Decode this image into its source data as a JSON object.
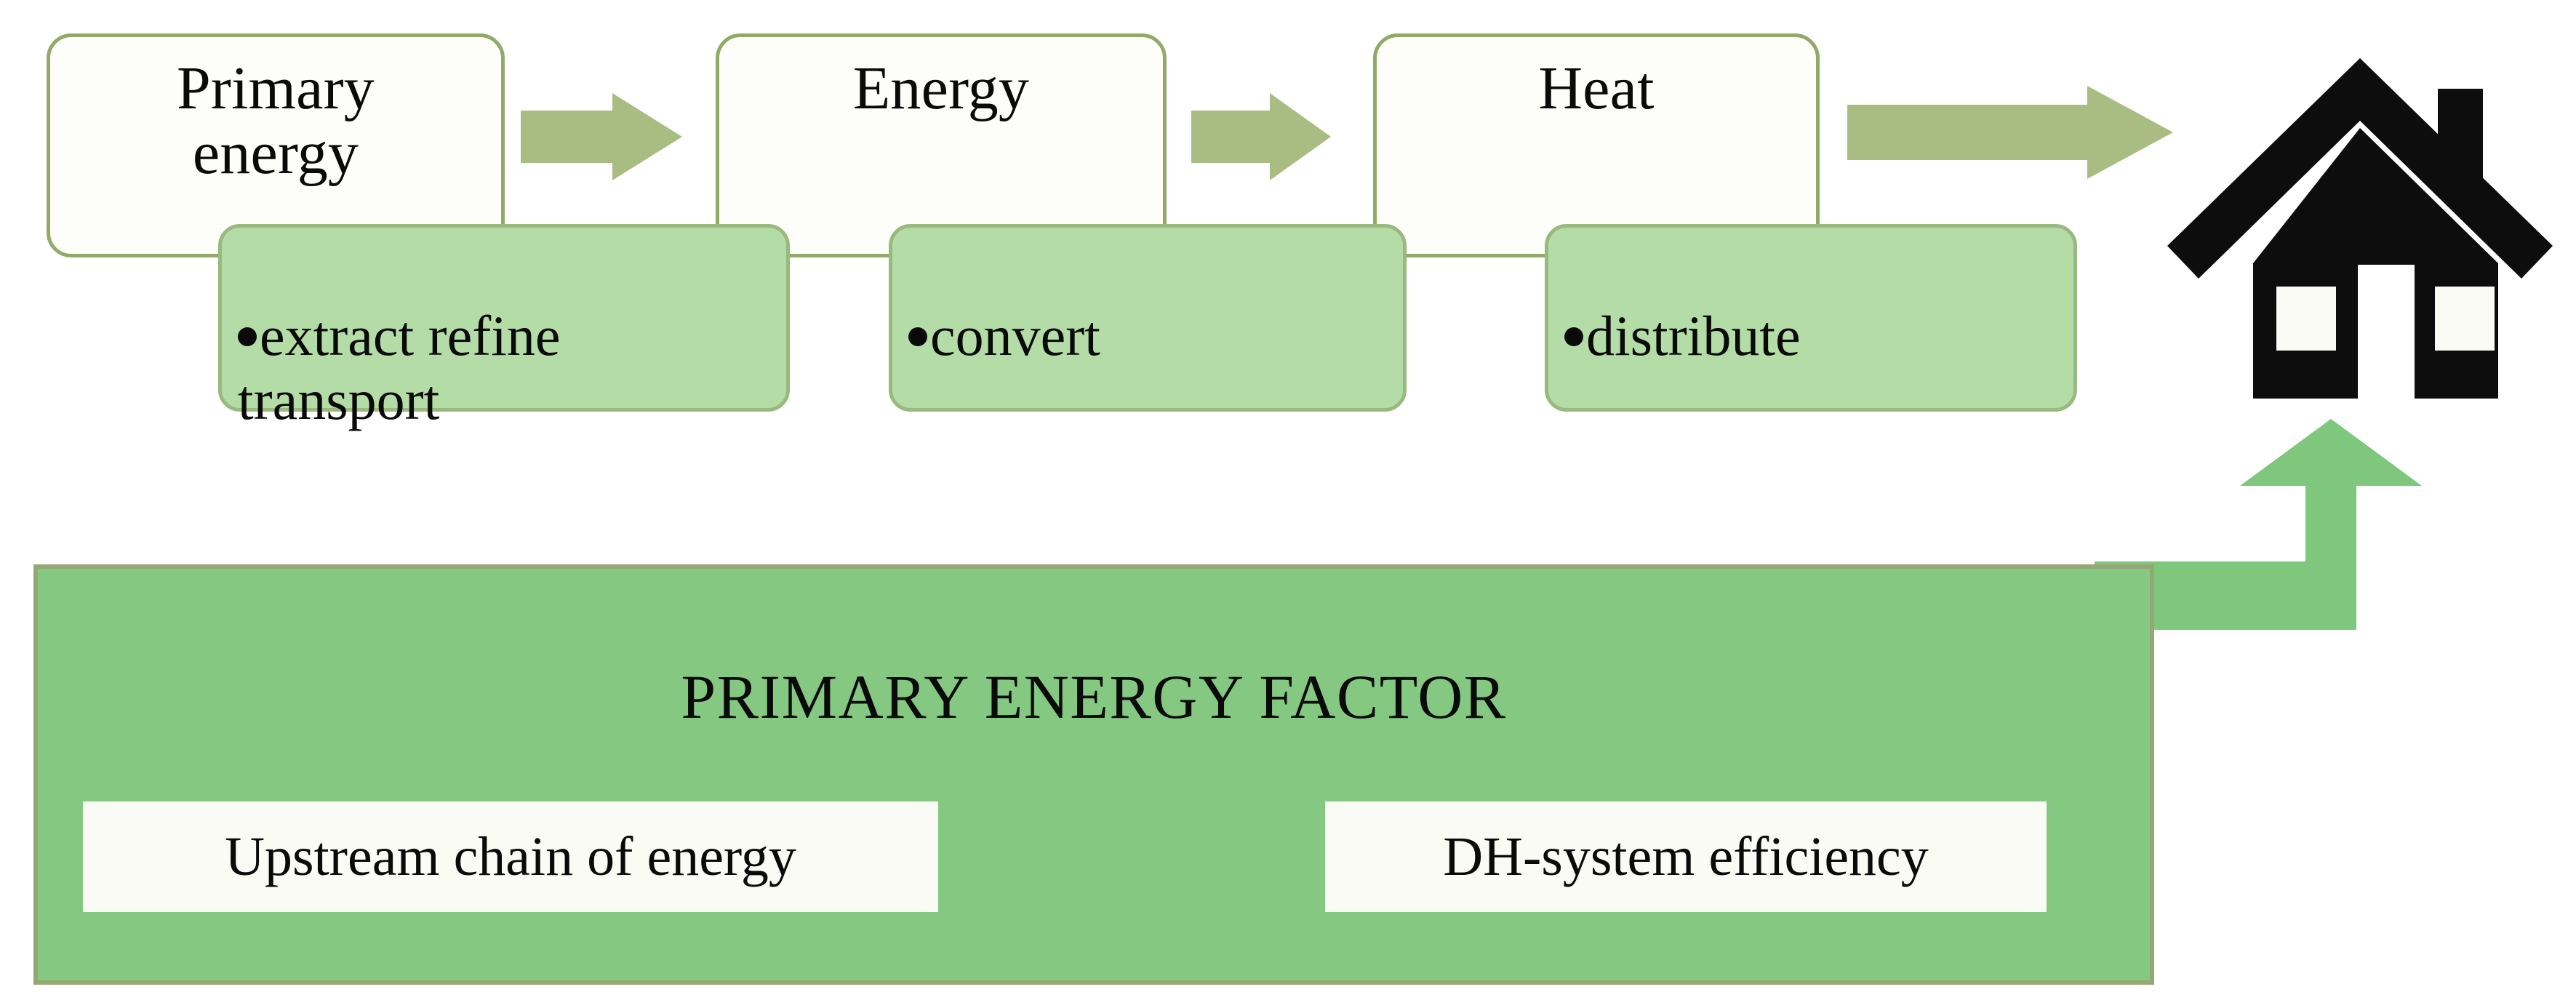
{
  "diagram": {
    "title": "Primary energy factor energy chain diagram",
    "colors": {
      "box_fill": "#fdfdf9",
      "box_border": "#93a967",
      "arrow_sage": "#a9bd83",
      "callout_fill": "#b4dca7",
      "callout_border": "#9ab97f",
      "banner_fill": "#85c881",
      "banner_border": "#96a776",
      "bent_arrow_fill": "#7ec77c",
      "house_black": "#0d0d0d",
      "label_white": "#fbfbf6",
      "text_black": "#0a0a0a"
    },
    "chain": {
      "stages": [
        {
          "id": "primary-energy",
          "label": "Primary\nenergy",
          "callout_id": "extract",
          "callout_text": "extract refine\ntransport"
        },
        {
          "id": "energy",
          "label": "Energy",
          "callout_id": "convert",
          "callout_text": "convert"
        },
        {
          "id": "heat",
          "label": "Heat",
          "callout_id": "distribute",
          "callout_text": "distribute"
        }
      ],
      "connectors": [
        {
          "id": "arrow-1",
          "icon": "right-arrow-icon",
          "from": "primary-energy",
          "to": "energy"
        },
        {
          "id": "arrow-2",
          "icon": "right-arrow-icon",
          "from": "energy",
          "to": "heat"
        },
        {
          "id": "arrow-3",
          "icon": "right-arrow-icon",
          "from": "heat",
          "to": "house"
        }
      ],
      "endpoint": {
        "id": "house",
        "icon": "house-icon",
        "description": "building consumer"
      }
    },
    "banner": {
      "title": "PRIMARY ENERGY FACTOR",
      "labels": [
        {
          "id": "upstream",
          "text": "Upstream chain of energy"
        },
        {
          "id": "dh-system",
          "text": "DH-system efficiency"
        }
      ],
      "arrow": {
        "id": "bent-arrow",
        "icon": "bent-up-arrow-icon",
        "description": "elbow arrow from banner up to house"
      }
    }
  }
}
